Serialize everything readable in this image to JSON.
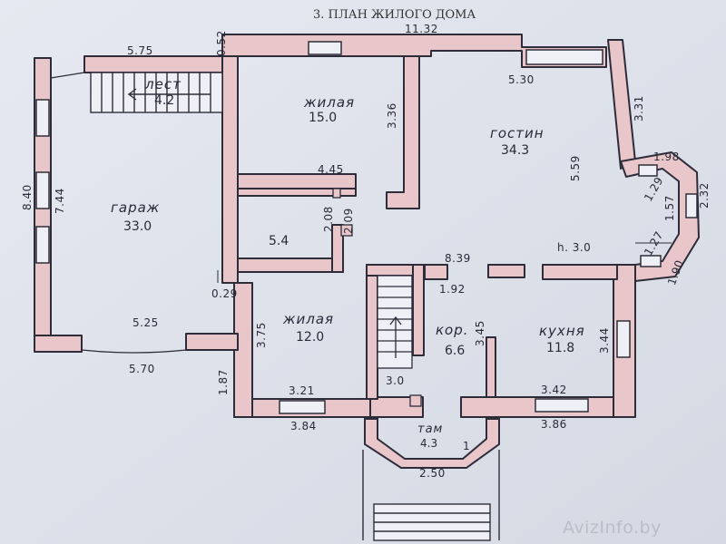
{
  "title": "3. ПЛАН ЖИЛОГО ДОМА",
  "watermark": "AvizInfo.by",
  "rooms": {
    "lestnica": {
      "name": "лест",
      "area": "4.2"
    },
    "garage": {
      "name": "гараж",
      "area": "33.0"
    },
    "bedroom_top": {
      "name": "жилая",
      "area": "15.0"
    },
    "living": {
      "name": "гостин",
      "area": "34.3"
    },
    "small_room": {
      "area": "5.4"
    },
    "bedroom_bottom": {
      "name": "жилая",
      "area": "12.0"
    },
    "corridor": {
      "name": "кор.",
      "area": "6.6"
    },
    "kitchen": {
      "name": "кухня",
      "area": "11.8"
    },
    "vestibule": {
      "name": "там",
      "area": "4.3"
    }
  },
  "dimensions": {
    "top_total": "11.32",
    "top_left": "5.75",
    "wall_052": "0.52",
    "living_top": "5.30",
    "right_331": "3.31",
    "bay_198": "1.98",
    "bay_129": "1.29",
    "bay_157": "1.57",
    "bay_232": "2.32",
    "bay_127": "1.27",
    "bay_190": "1.90",
    "left_840": "8.40",
    "left_744": "7.44",
    "bedroom_h": "3.36",
    "bedroom_w": "4.45",
    "living_h": "5.59",
    "small_h1": "2.08",
    "small_h2": "2.09",
    "wall_029": "0.29",
    "mid_839": "8.39",
    "height_h30": "h. 3.0",
    "cor_192": "1.92",
    "bed2_h": "3.75",
    "cor_345": "3.45",
    "kitchen_h": "3.44",
    "garage_525": "5.25",
    "garage_570": "5.70",
    "left_187": "1.87",
    "bed2_w": "3.21",
    "bed2_outer": "3.84",
    "stair_30": "3.0",
    "kitchen_w": "3.42",
    "kitchen_outer": "3.86",
    "vest_250": "2.50",
    "vest_1": "1"
  }
}
